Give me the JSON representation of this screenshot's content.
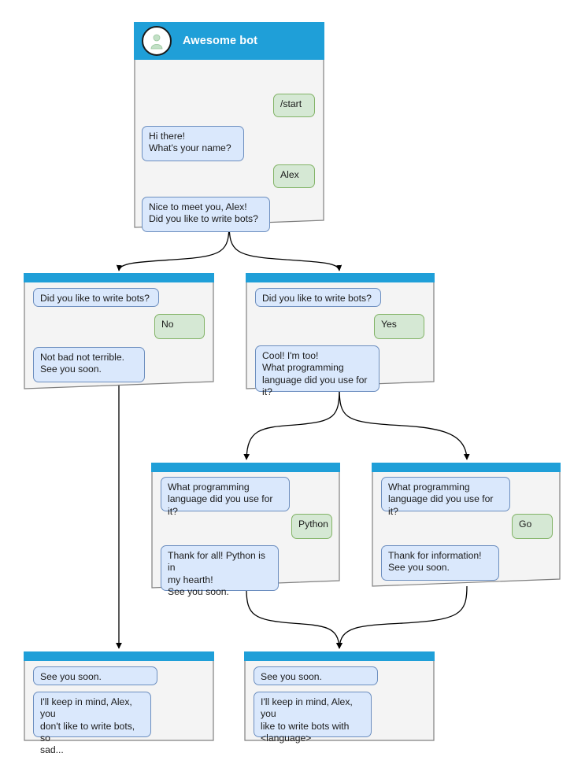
{
  "diagram": {
    "title": "Awesome bot conversation flow",
    "colors": {
      "titlebar_blue": "#1f9fd8",
      "panel_body": "#f4f4f4",
      "panel_border": "#808080",
      "bot_bubble_fill": "#dae8fc",
      "bot_bubble_border": "#6c8ebf",
      "user_bubble_fill": "#d5e8d4",
      "user_bubble_border": "#82b366",
      "connector": "#000000",
      "avatar_person": "#c2e0c6"
    }
  },
  "nodes": [
    {
      "id": "root",
      "name": "root-screen",
      "header": {
        "title": "Awesome bot",
        "avatar_icon": "person-avatar-icon"
      },
      "messages": [
        {
          "from": "user",
          "text": "/start"
        },
        {
          "from": "bot",
          "text": "Hi there!\nWhat's your name?"
        },
        {
          "from": "user",
          "text": "Alex"
        },
        {
          "from": "bot",
          "text": "Nice to meet you, Alex!\nDid you like to write bots?"
        }
      ]
    },
    {
      "id": "no-branch",
      "name": "no-branch-screen",
      "messages": [
        {
          "from": "bot",
          "text": "Did you like to write bots?"
        },
        {
          "from": "user",
          "text": "No"
        },
        {
          "from": "bot",
          "text": "Not bad not terrible.\nSee you soon."
        }
      ]
    },
    {
      "id": "yes-branch",
      "name": "yes-branch-screen",
      "messages": [
        {
          "from": "bot",
          "text": "Did you like to write bots?"
        },
        {
          "from": "user",
          "text": "Yes"
        },
        {
          "from": "bot",
          "text": "Cool! I'm too!\nWhat programming\nlanguage did you use for it?"
        }
      ]
    },
    {
      "id": "python-branch",
      "name": "python-branch-screen",
      "messages": [
        {
          "from": "bot",
          "text": "What programming\nlanguage did you use for it?"
        },
        {
          "from": "user",
          "text": "Python"
        },
        {
          "from": "bot",
          "text": "Thank for all! Python is in\nmy hearth!\nSee you soon."
        }
      ]
    },
    {
      "id": "go-branch",
      "name": "go-branch-screen",
      "messages": [
        {
          "from": "bot",
          "text": "What programming\nlanguage did you use for it?"
        },
        {
          "from": "user",
          "text": "Go"
        },
        {
          "from": "bot",
          "text": "Thank for information!\nSee you soon."
        }
      ]
    },
    {
      "id": "end-no",
      "name": "end-no-screen",
      "messages": [
        {
          "from": "bot",
          "text": "See you soon."
        },
        {
          "from": "bot",
          "text": "I'll keep in mind, Alex, you\ndon't like to write bots, so\nsad..."
        }
      ]
    },
    {
      "id": "end-yes",
      "name": "end-yes-screen",
      "messages": [
        {
          "from": "bot",
          "text": "See you soon."
        },
        {
          "from": "bot",
          "text": "I'll keep in mind, Alex, you\nlike to write bots with\n<language>"
        }
      ]
    }
  ],
  "edges": [
    {
      "from": "root",
      "to": "no-branch"
    },
    {
      "from": "root",
      "to": "yes-branch"
    },
    {
      "from": "no-branch",
      "to": "end-no"
    },
    {
      "from": "yes-branch",
      "to": "python-branch"
    },
    {
      "from": "yes-branch",
      "to": "go-branch"
    },
    {
      "from": "python-branch",
      "to": "end-yes"
    },
    {
      "from": "go-branch",
      "to": "end-yes"
    }
  ],
  "text": {
    "root_title": "Awesome bot",
    "m_start": "/start",
    "m_hi": "Hi there!\nWhat's your name?",
    "m_alex": "Alex",
    "m_nice": "Nice to meet you, Alex!\nDid you like to write bots?",
    "m_q_like": "Did you like to write bots?",
    "m_no": "No",
    "m_notbad": "Not bad not terrible.\nSee you soon.",
    "m_yes": "Yes",
    "m_cool": "Cool! I'm too!\nWhat programming\nlanguage did you use for it?",
    "m_q_lang": "What programming\nlanguage did you use for it?",
    "m_python": "Python",
    "m_thankall": "Thank for all! Python is in\nmy hearth!\nSee you soon.",
    "m_go": "Go",
    "m_thankinfo": "Thank for information!\nSee you soon.",
    "m_seeyou": "See you soon.",
    "m_keep_no": "I'll keep in mind, Alex, you\ndon't like to write bots, so\nsad...",
    "m_keep_yes": "I'll keep in mind, Alex, you\nlike to write bots with\n<language>"
  }
}
